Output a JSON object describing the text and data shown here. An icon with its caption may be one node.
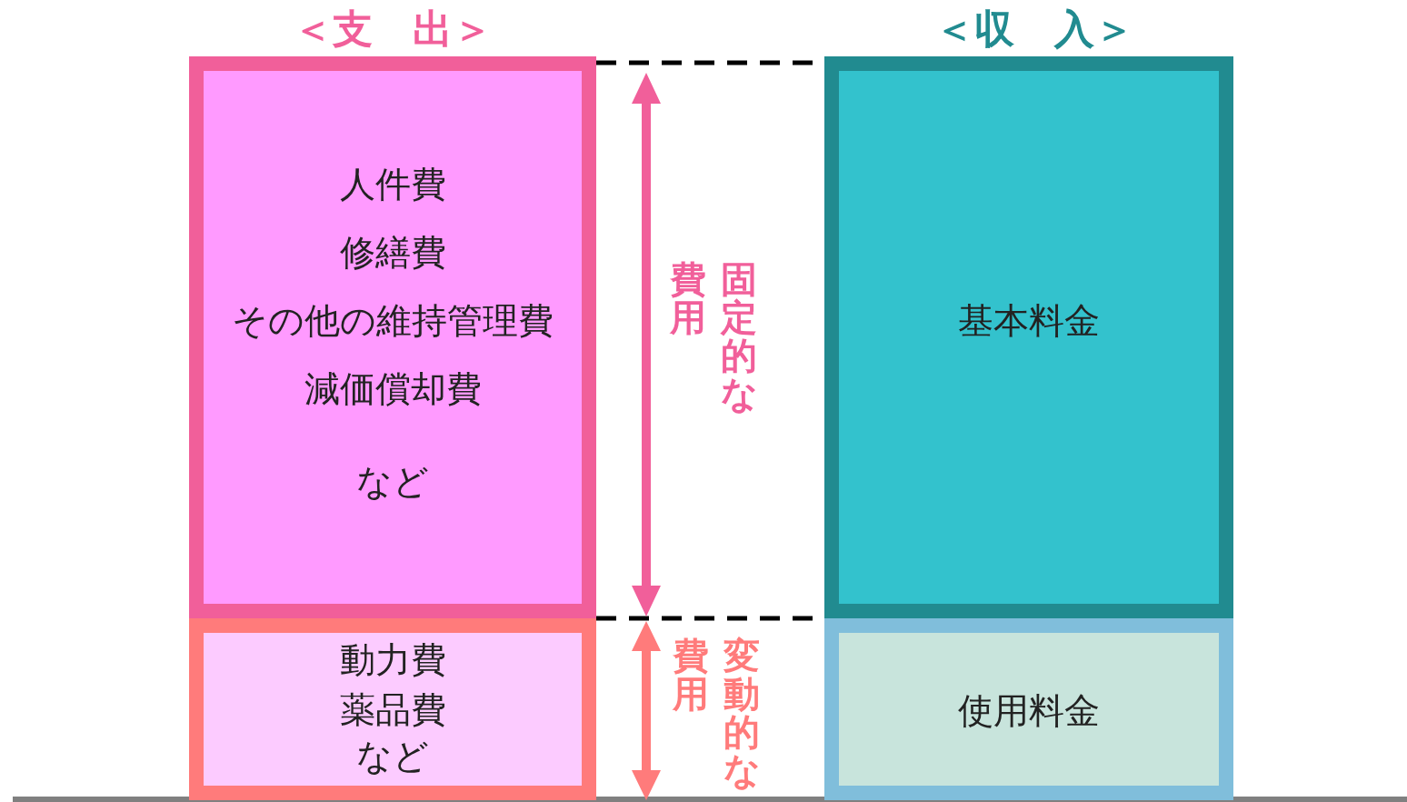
{
  "diagram": {
    "nodes": [
      {
        "text": [
          "人件費",
          "修繕費",
          "その他の維持管理費",
          "減価償却費",
          "など"
        ],
        "beside": [
          "＜支　出＞"
        ]
      },
      {
        "text": [
          "動力費",
          "薬品費",
          "など"
        ]
      },
      {
        "text": [
          "基本料金"
        ],
        "beside": [
          "＜収　入＞"
        ]
      },
      {
        "text": [
          "使用料金"
        ]
      }
    ],
    "labels": [
      "固定的な費用",
      "変動的な費用"
    ]
  }
}
